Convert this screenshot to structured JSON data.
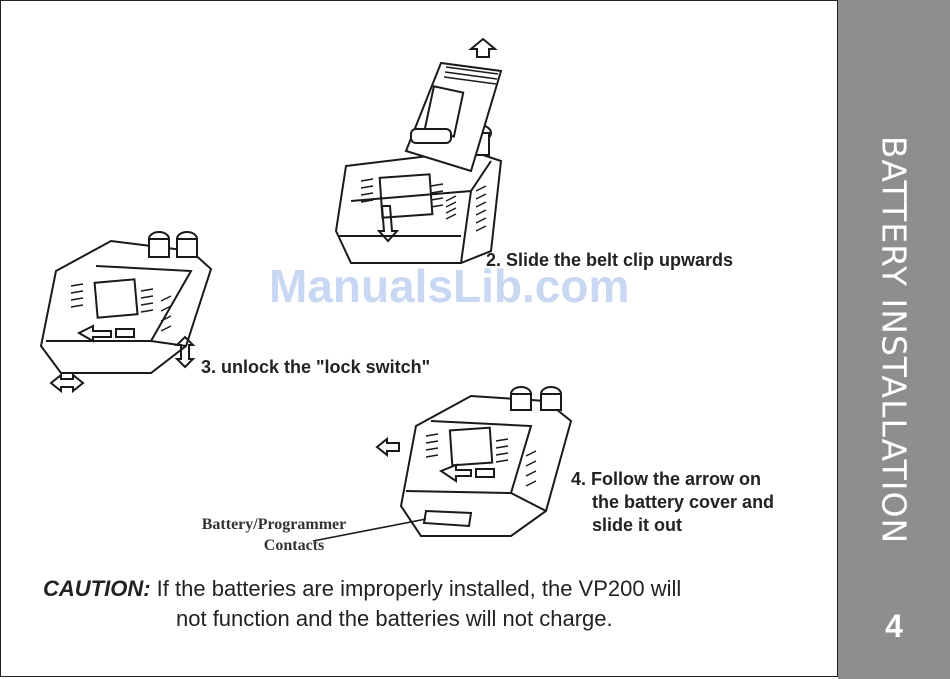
{
  "sidebar": {
    "section_title": "BATTERY INSTALLATION",
    "page_number": "4",
    "color": "#8e8e8e"
  },
  "steps": {
    "step2": "2. Slide the belt clip upwards",
    "step3": "3. unlock the \"lock switch\"",
    "step4_line1": "4. Follow the arrow on",
    "step4_line2": "the battery cover and",
    "step4_line3": "slide it out"
  },
  "callout": {
    "contacts_line1": "Battery/Programmer",
    "contacts_line2": "Contacts"
  },
  "watermark": "ManualsLib.com",
  "caution": {
    "label": "CAUTION:",
    "line1": "If the batteries are improperly installed, the VP200 will",
    "line2": "not function and the batteries will not charge."
  },
  "icons": [
    "arrow-icon",
    "radio-illustration",
    "belt-clip-illustration"
  ]
}
